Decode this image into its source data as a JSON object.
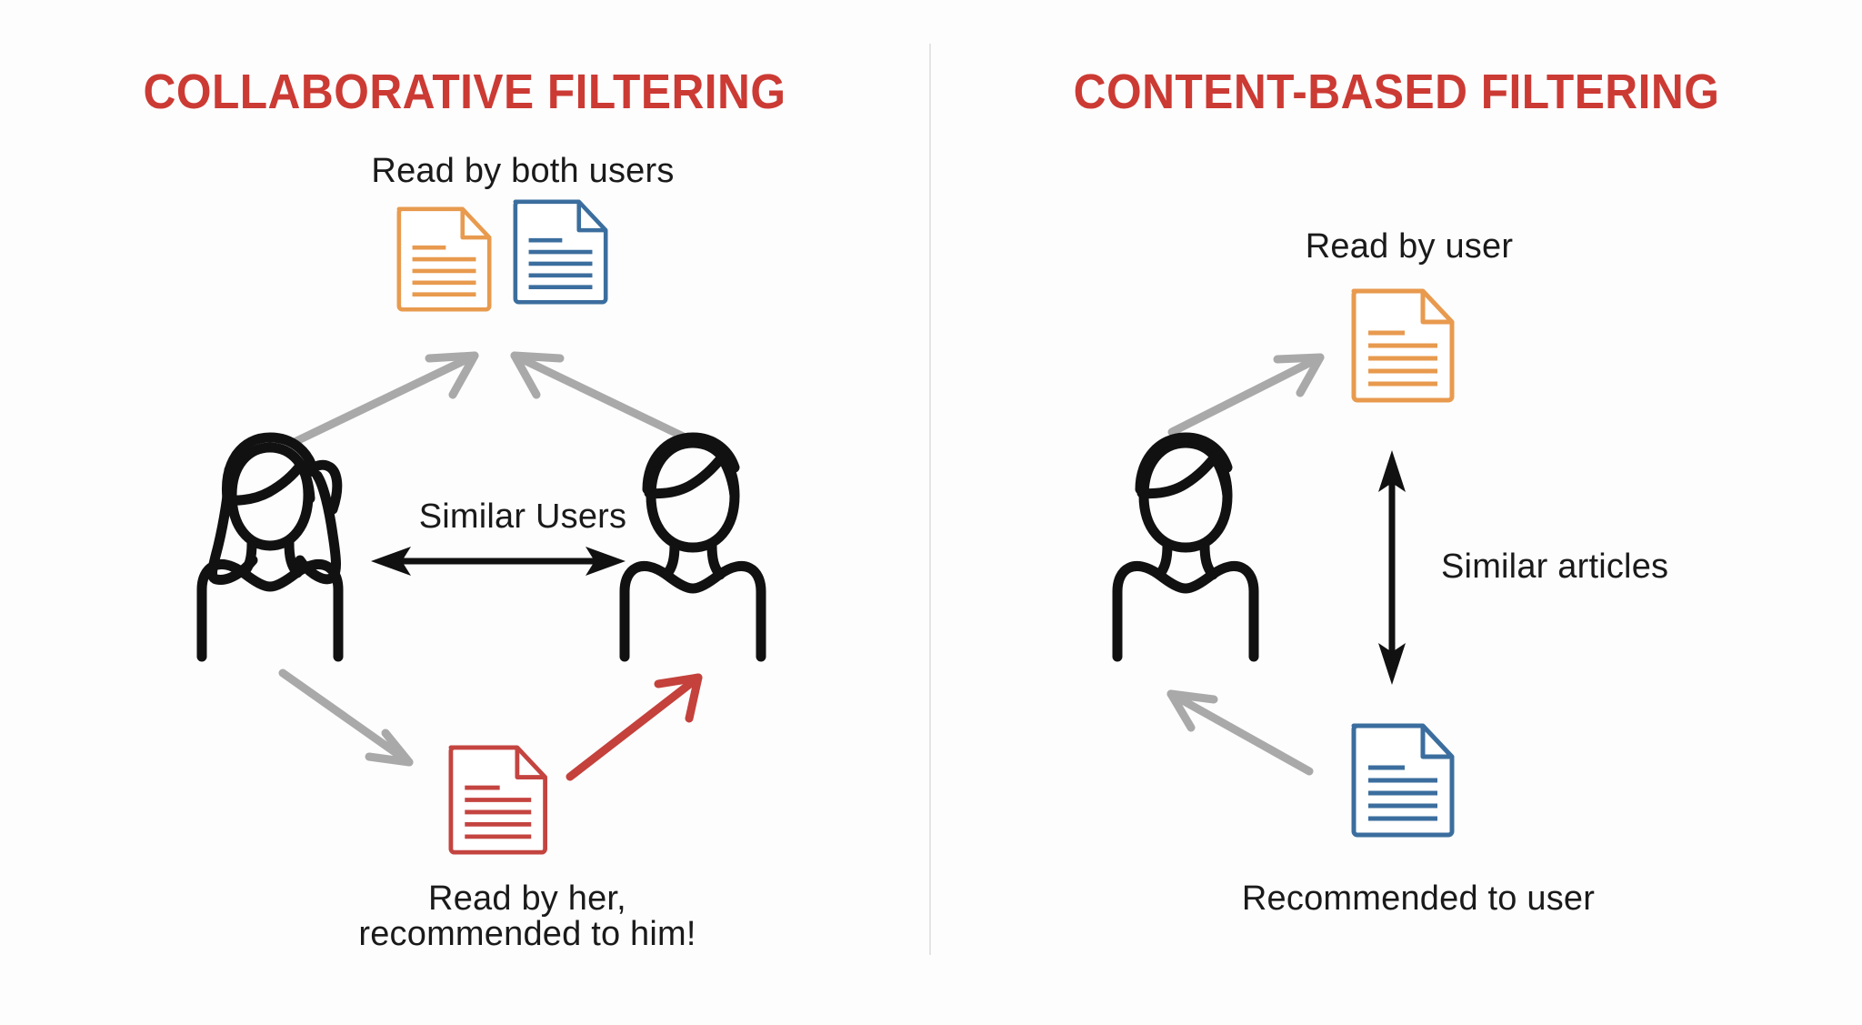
{
  "diagram": {
    "background_color": "#fdfdfd",
    "accent_red": "#cc3a34",
    "doc_orange": "#e89a4e",
    "doc_blue": "#3b6e9e",
    "doc_red": "#c44440",
    "arrow_grey": "#a9a9a9",
    "arrow_black": "#111111",
    "divider_color": "#e4e4e4"
  },
  "left_panel": {
    "title": "COLLABORATIVE FILTERING",
    "top_caption": "Read by both users",
    "middle_label": "Similar Users",
    "bottom_caption_line1": "Read by her,",
    "bottom_caption_line2": "recommended to him!",
    "documents": [
      {
        "name": "orange-document",
        "color": "#e89a4e",
        "lines": 6
      },
      {
        "name": "blue-document",
        "color": "#3b6e9e",
        "lines": 6
      },
      {
        "name": "red-document",
        "color": "#c44440",
        "lines": 6
      }
    ],
    "people": [
      {
        "name": "female-user",
        "type": "female"
      },
      {
        "name": "male-user",
        "type": "male"
      }
    ],
    "arrows": [
      {
        "name": "female-to-docs-arrow",
        "color": "#a9a9a9",
        "direction": "up-right"
      },
      {
        "name": "male-to-docs-arrow",
        "color": "#a9a9a9",
        "direction": "up-left"
      },
      {
        "name": "similar-users-arrow",
        "color": "#111111",
        "direction": "bidirectional-horizontal"
      },
      {
        "name": "female-to-red-doc-arrow",
        "color": "#a9a9a9",
        "direction": "down-right"
      },
      {
        "name": "red-doc-to-male-arrow",
        "color": "#cc3a34",
        "direction": "up-right"
      }
    ]
  },
  "right_panel": {
    "title": "CONTENT-BASED FILTERING",
    "top_caption": "Read by user",
    "middle_label": "Similar articles",
    "bottom_caption": "Recommended to user",
    "documents": [
      {
        "name": "orange-document",
        "color": "#e89a4e",
        "lines": 6
      },
      {
        "name": "blue-document",
        "color": "#3b6e9e",
        "lines": 6
      }
    ],
    "people": [
      {
        "name": "male-user",
        "type": "male"
      }
    ],
    "arrows": [
      {
        "name": "user-to-orange-doc-arrow",
        "color": "#a9a9a9",
        "direction": "up-right"
      },
      {
        "name": "similar-articles-arrow",
        "color": "#111111",
        "direction": "bidirectional-vertical"
      },
      {
        "name": "blue-doc-to-user-arrow",
        "color": "#a9a9a9",
        "direction": "up-left"
      }
    ]
  }
}
